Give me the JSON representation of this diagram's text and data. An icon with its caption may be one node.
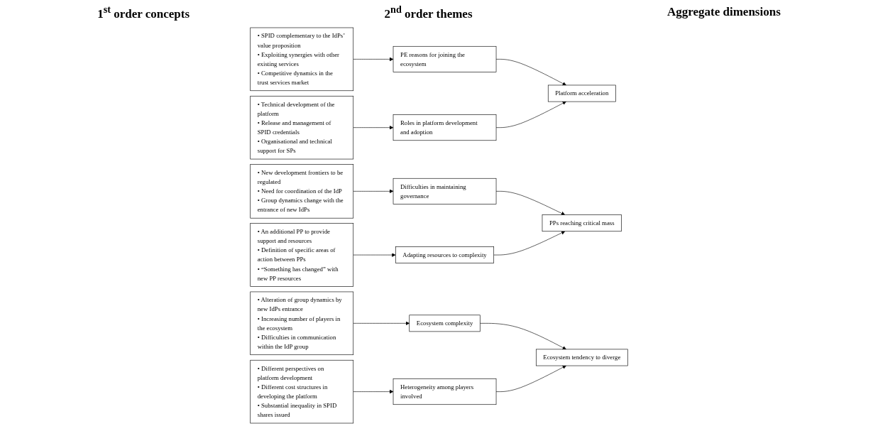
{
  "diagram": {
    "nodes": [
      {
        "text": [
          "• SPID complementary to the IdPs’ value proposition",
          "• Exploiting synergies with other existing services",
          "• Competitive dynamics in the trust services market"
        ]
      },
      {
        "text": [
          "PE reasons for joining the ecosystem"
        ]
      },
      {
        "text": [
          "Platform acceleration"
        ]
      },
      {
        "text": [
          "• Technical development of the platform",
          "• Release and management of SPID credentials",
          "• Organisational and technical support for SPs"
        ]
      },
      {
        "text": [
          "Roles in platform development and adoption"
        ]
      },
      {
        "text": [
          "• New development frontiers to be regulated",
          "• Need for coordination of the IdP",
          "• Group dynamics change with the entrance of new IdPs"
        ]
      },
      {
        "text": [
          "Difficulties in maintaining governance"
        ]
      },
      {
        "text": [
          "PPs reaching critical mass"
        ]
      },
      {
        "text": [
          "• An additional PP to provide support and resources",
          "• Definition of specific areas of action between PPs",
          "• “Something has changed” with new PP resources"
        ]
      },
      {
        "text": [
          "Adapting resources to complexity"
        ]
      },
      {
        "text": [
          "• Alteration of group dynamics by new IdPs entrance",
          "• Increasing number of players in the ecosystem",
          "• Difficulties in communication within the IdP group"
        ]
      },
      {
        "text": [
          "Ecosystem complexity"
        ]
      },
      {
        "text": [
          "Ecosystem tendency to diverge"
        ]
      },
      {
        "text": [
          "• Different perspectives on platform development",
          "• Different cost structures in developing the platform",
          "• Substantial inequality in SPID shares issued"
        ]
      },
      {
        "text": [
          "Heterogeneity among players involved"
        ]
      }
    ],
    "edges": [
      {
        "from": 0,
        "to": 1,
        "arrow": "to"
      },
      {
        "from": 3,
        "to": 4,
        "arrow": "to"
      },
      {
        "from": 1,
        "to": 2,
        "arrow": "to"
      },
      {
        "from": 4,
        "to": 2,
        "arrow": "to"
      },
      {
        "from": 5,
        "to": 6,
        "arrow": "to"
      },
      {
        "from": 8,
        "to": 9,
        "arrow": "to"
      },
      {
        "from": 6,
        "to": 7,
        "arrow": "to"
      },
      {
        "from": 9,
        "to": 7,
        "arrow": "to"
      },
      {
        "from": 10,
        "to": 11,
        "arrow": "to"
      },
      {
        "from": 13,
        "to": 14,
        "arrow": "to"
      },
      {
        "from": 11,
        "to": 12,
        "arrow": "to"
      },
      {
        "from": 14,
        "to": 12,
        "arrow": "to"
      }
    ],
    "labels": [
      "1$^{st}$ order concepts",
      "2$^{nd}$ order themes",
      "Aggregate dimensions"
    ]
  }
}
